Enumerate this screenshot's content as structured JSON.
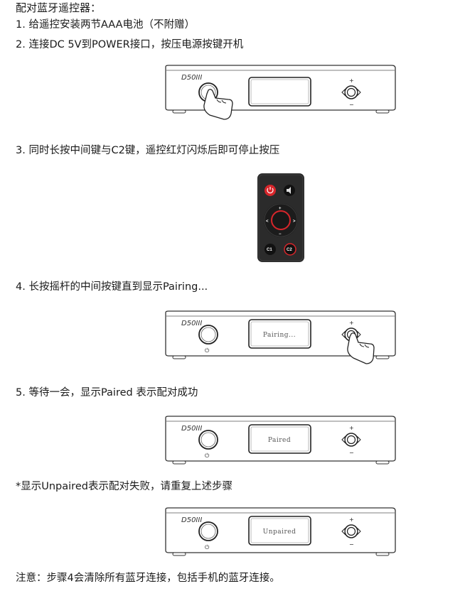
{
  "title": "配对蓝牙遥控器：",
  "steps": [
    "1.  给遥控安装两节AAA电池（不附赠）",
    "2.  连接DC 5V到POWER接口，按压电源按键开机",
    "3.  同时长按中间键与C2键，遥控红灯闪烁后即可停止按压",
    "4.  长按摇杆的中间按键直到显示Pairing...",
    "5.  等待一会，显示Paired 表示配对成功"
  ],
  "unpaired_note": "*显示Unpaired表示配对失败，请重复上述步骤",
  "footer_note": "注意：步骤4会清除所有蓝牙连接，包括手机的蓝牙连接。",
  "device": {
    "model": "D50III",
    "plus": "+",
    "minus": "−",
    "power_symbol": "⏻"
  },
  "screens": {
    "step2": "",
    "step4": "Pairing...",
    "step5": "Paired",
    "unpaired": "Unpaired"
  },
  "remote": {
    "c1": "C1",
    "c2": "C2",
    "plus": "+",
    "minus": "−",
    "left": "<",
    "right": ">"
  },
  "colors": {
    "accent_red": "#d7262b",
    "remote_body": "#2b2b2b"
  }
}
